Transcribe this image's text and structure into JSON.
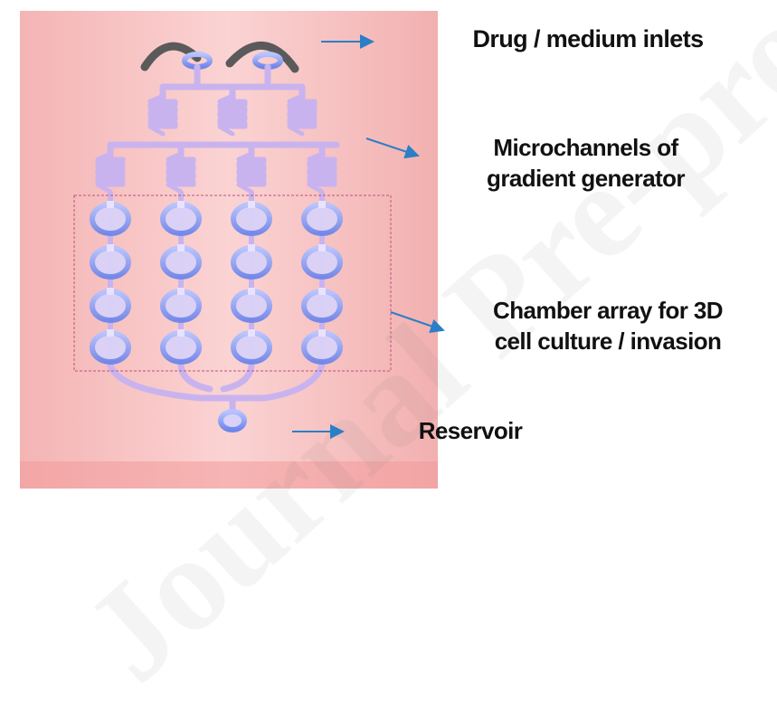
{
  "labels": {
    "inlets": "Drug / medium inlets",
    "micro_line1": "Microchannels of",
    "micro_line2": "gradient generator",
    "chamber_line1": "Chamber array for 3D",
    "chamber_line2": "cell culture / invasion",
    "reservoir": "Reservoir"
  },
  "watermark": "Journal Pre-proof",
  "colors": {
    "chip_background": "#f9c6c6",
    "channel_fill": "#c9b3ef",
    "chamber_ring": "#8e9cf0",
    "arrow": "#2b7fc6",
    "inlet_tube": "#555555",
    "dashed_box": "#c05080"
  },
  "chamber_grid": {
    "columns": 4,
    "rows": 4
  }
}
